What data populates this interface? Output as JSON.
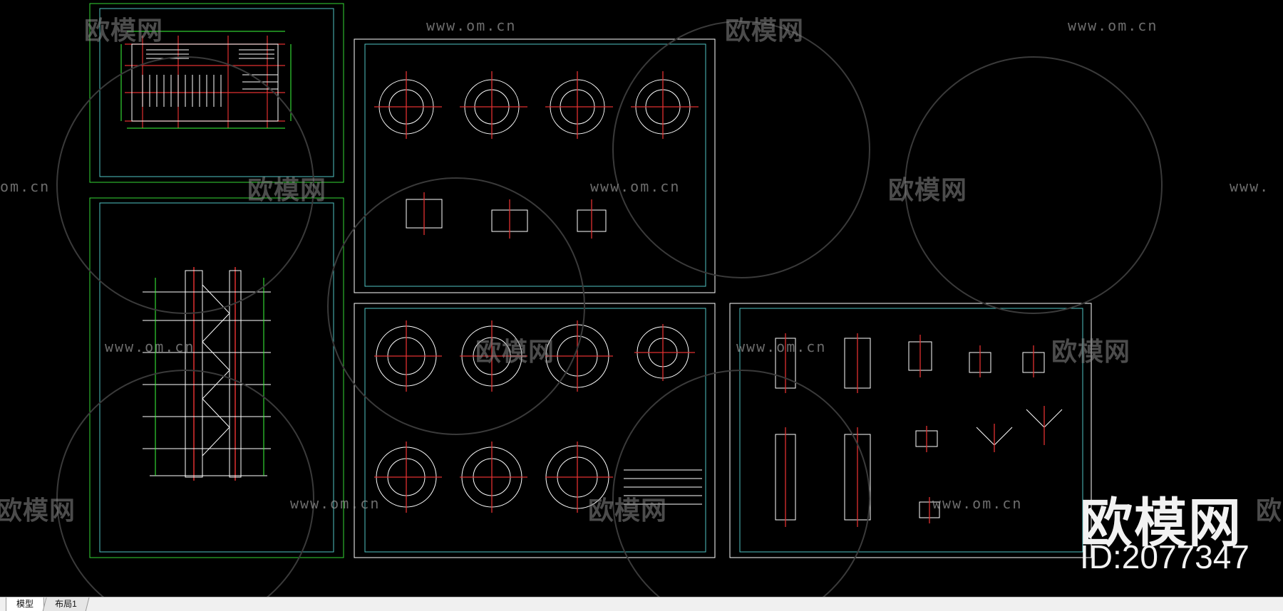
{
  "watermark": {
    "logo_text": "欧模网",
    "url_text": "www.om.cn",
    "url_fragment_left": "om.cn",
    "logo_fragment_left": "欧模网",
    "url_fragment_right": "www.",
    "logo_fragment_right": "欧"
  },
  "brand": {
    "name": "欧模网",
    "id_text": "ID:2077347"
  },
  "layout_tabs": {
    "model_label": "模型",
    "layout1_label": "布局1"
  },
  "colors": {
    "background": "#000000",
    "frame_white": "#ffffff",
    "frame_cyan": "#4fc3c3",
    "frame_green": "#35d835",
    "line_red": "#e03030",
    "text_green": "#3cff3c",
    "watermark_gray": "#8a8a8a",
    "tabbar": "#f0f0f0"
  }
}
